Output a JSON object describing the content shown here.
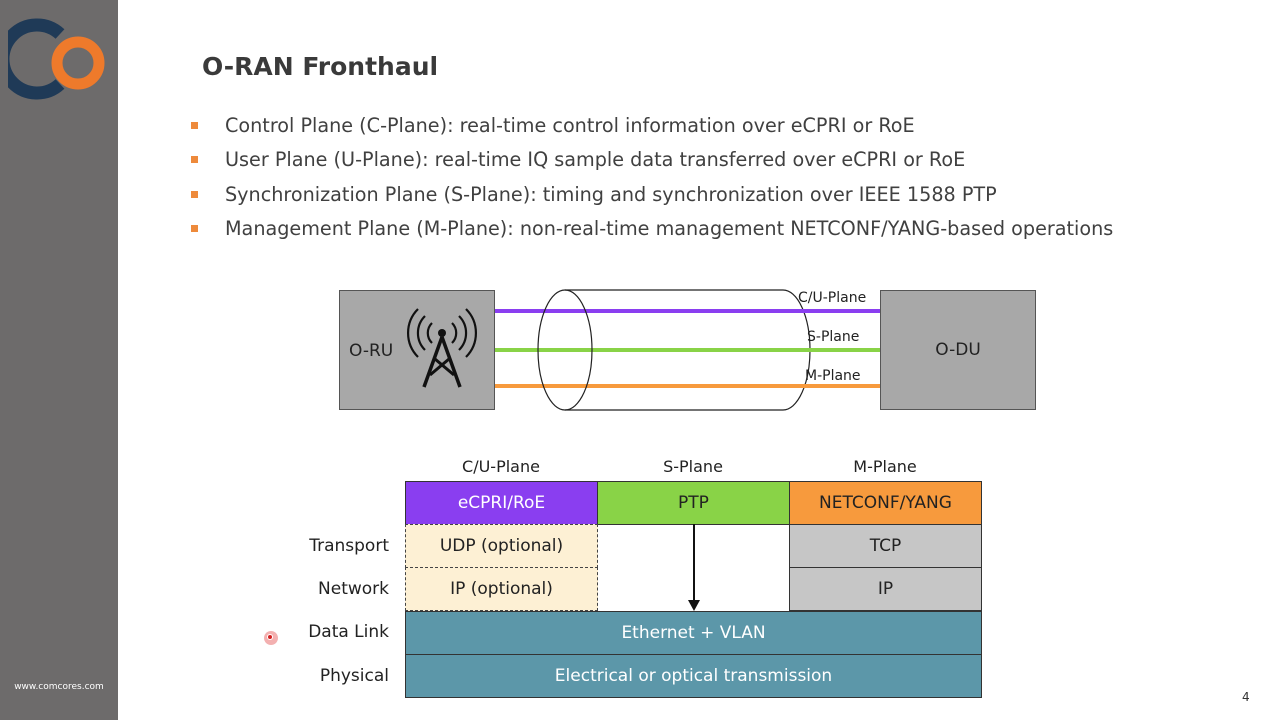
{
  "colors": {
    "sidebar": "#6d6b6b",
    "logo_blue": "#1f3a57",
    "logo_orange": "#ee7a2b",
    "bullet": "#ee8a3b",
    "cu_plane_line": "#8a3ef0",
    "s_plane_line": "#89d347",
    "m_plane_line": "#f79a3d",
    "ethernet_fill": "#5c97a9"
  },
  "sidebar": {
    "website": "www.comcores.com",
    "logo": "comcores-logo"
  },
  "slide": {
    "title": "O-RAN Fronthaul",
    "bullets": [
      "Control Plane (C-Plane): real-time control information over eCPRI or RoE",
      "User Plane (U-Plane): real-time IQ sample data transferred over eCPRI or RoE",
      "Synchronization Plane (S-Plane): timing and synchronization over IEEE 1588 PTP",
      "Management Plane (M-Plane): non-real-time management NETCONF/YANG-based operations"
    ],
    "page_number": "4"
  },
  "link_diagram": {
    "left_node": "O-RU",
    "right_node": "O-DU",
    "icon": "radio-tower-icon",
    "lines": [
      "C/U-Plane",
      "S-Plane",
      "M-Plane"
    ]
  },
  "stack_table": {
    "columns": [
      "C/U-Plane",
      "S-Plane",
      "M-Plane"
    ],
    "layers": [
      "Transport",
      "Network",
      "Data Link",
      "Physical"
    ],
    "cells": {
      "ecpri": "eCPRI/RoE",
      "ptp": "PTP",
      "netconf": "NETCONF/YANG",
      "udp": "UDP (optional)",
      "ip_optional": "IP (optional)",
      "tcp": "TCP",
      "ip": "IP",
      "ethernet": "Ethernet + VLAN",
      "physical": "Electrical or optical transmission"
    }
  }
}
